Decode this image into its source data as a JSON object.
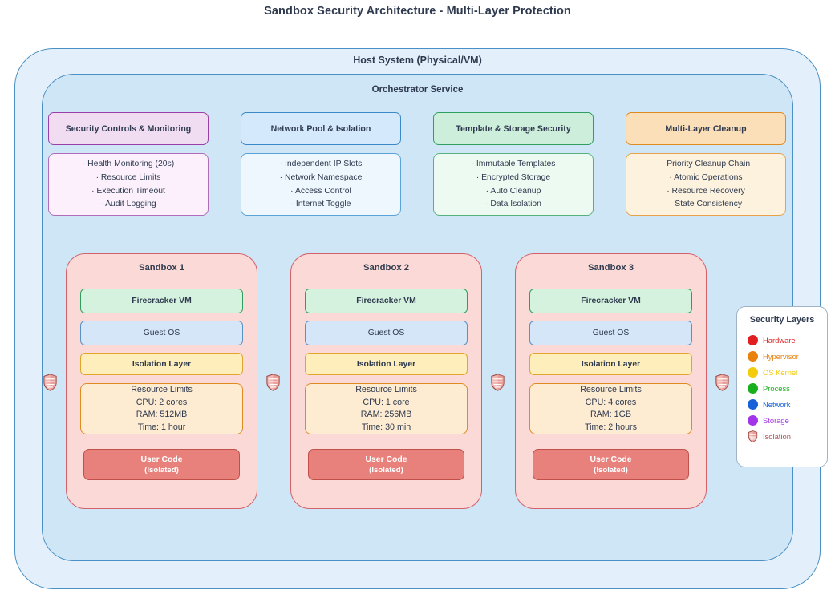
{
  "title": "Sandbox Security Architecture - Multi-Layer Protection",
  "containers": {
    "host_label": "Host System (Physical/VM)",
    "orchestrator_label": "Orchestrator Service"
  },
  "panels": [
    {
      "heading": "Security Controls & Monitoring",
      "items": [
        "· Health Monitoring (20s)",
        "· Resource Limits",
        "· Execution Timeout",
        "· Audit Logging"
      ]
    },
    {
      "heading": "Network Pool & Isolation",
      "items": [
        "· Independent IP Slots",
        "· Network Namespace",
        "· Access Control",
        "· Internet Toggle"
      ]
    },
    {
      "heading": "Template & Storage Security",
      "items": [
        "· Immutable Templates",
        "· Encrypted Storage",
        "· Auto Cleanup",
        "· Data Isolation"
      ]
    },
    {
      "heading": "Multi-Layer Cleanup",
      "items": [
        "· Priority Cleanup Chain",
        "· Atomic Operations",
        "· Resource Recovery",
        "· State Consistency"
      ]
    }
  ],
  "sandboxes": [
    {
      "title": "Sandbox 1",
      "vm": "Firecracker VM",
      "guest_os": "Guest OS",
      "isolation": "Isolation Layer",
      "resource_title": "Resource Limits",
      "cpu": "CPU: 2 cores",
      "ram": "RAM: 512MB",
      "time": "Time: 1 hour",
      "user_code_line1": "User Code",
      "user_code_line2": "(Isolated)"
    },
    {
      "title": "Sandbox 2",
      "vm": "Firecracker VM",
      "guest_os": "Guest OS",
      "isolation": "Isolation Layer",
      "resource_title": "Resource Limits",
      "cpu": "CPU: 1 core",
      "ram": "RAM: 256MB",
      "time": "Time: 30 min",
      "user_code_line1": "User Code",
      "user_code_line2": "(Isolated)"
    },
    {
      "title": "Sandbox 3",
      "vm": "Firecracker VM",
      "guest_os": "Guest OS",
      "isolation": "Isolation Layer",
      "resource_title": "Resource Limits",
      "cpu": "CPU: 4 cores",
      "ram": "RAM: 1GB",
      "time": "Time: 2 hours",
      "user_code_line1": "User Code",
      "user_code_line2": "(Isolated)"
    }
  ],
  "legend": {
    "title": "Security Layers",
    "items": [
      {
        "label": "Hardware",
        "color": "#e02020",
        "icon": "circle"
      },
      {
        "label": "Hypervisor",
        "color": "#e8820c",
        "icon": "circle"
      },
      {
        "label": "OS Kernel",
        "color": "#f2cc0d",
        "icon": "circle"
      },
      {
        "label": "Process",
        "color": "#18b01c",
        "icon": "circle"
      },
      {
        "label": "Network",
        "color": "#1760d8",
        "icon": "circle"
      },
      {
        "label": "Storage",
        "color": "#a335e8",
        "icon": "circle"
      },
      {
        "label": "Isolation",
        "color": "#b0504f",
        "icon": "shield"
      }
    ]
  },
  "colors": {
    "host_fill": "#e3f0fb",
    "orchestrator_fill": "#cfe6f7",
    "sandbox_fill": "#fbd9d6",
    "user_code_fill": "#e8817c",
    "border_blue": "#4a90c4"
  }
}
